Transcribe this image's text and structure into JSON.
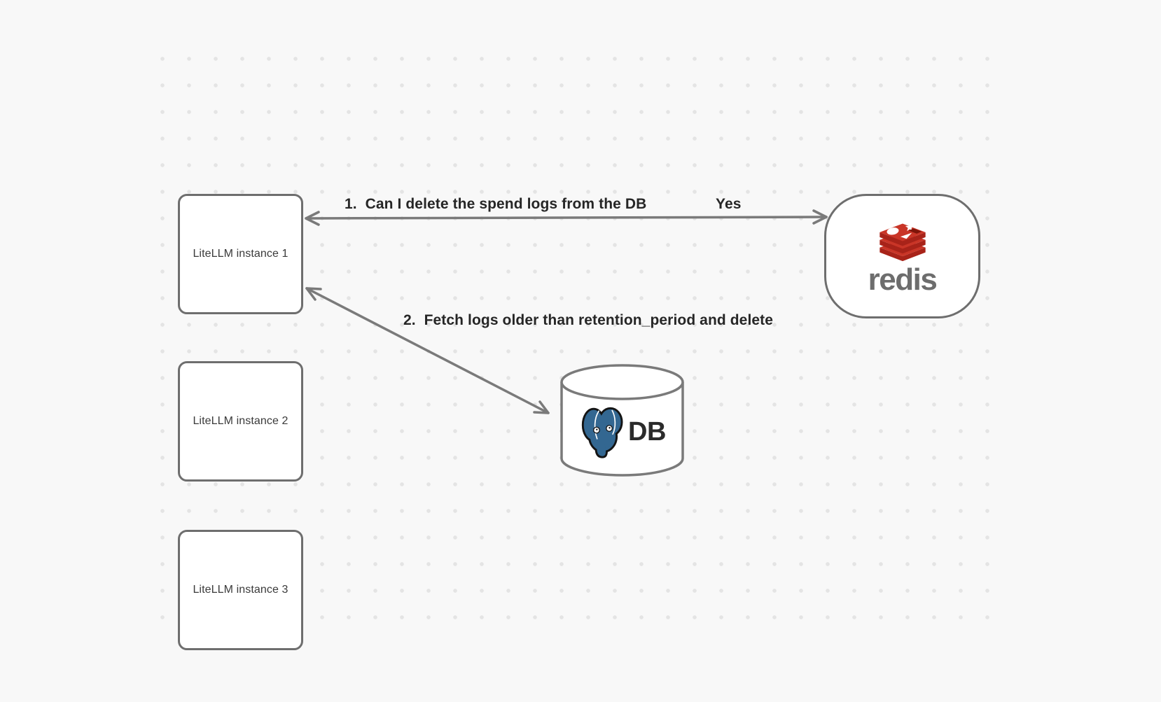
{
  "diagram": {
    "nodes": {
      "instance1": {
        "label": "LiteLLM instance 1",
        "shape": "rounded-rectangle"
      },
      "instance2": {
        "label": "LiteLLM instance 2",
        "shape": "rounded-rectangle"
      },
      "instance3": {
        "label": "LiteLLM instance 3",
        "shape": "rounded-rectangle"
      },
      "redis": {
        "label": "redis",
        "shape": "pill-rounded-rectangle",
        "icon": "redis-stack-logo"
      },
      "db": {
        "label": "DB",
        "shape": "database-cylinder",
        "icon": "postgresql-elephant-logo"
      }
    },
    "edges": [
      {
        "label": "1.  Can I delete the spend logs from the DB",
        "response": "Yes",
        "from": "instance1",
        "to": "redis",
        "direction": "bidirectional"
      },
      {
        "label": "2.  Fetch logs older than retention_period and delete",
        "from": "instance1",
        "to": "db",
        "direction": "bidirectional"
      }
    ],
    "colors": {
      "background": "#f8f8f8",
      "grid_dot": "#e4e4e4",
      "node_border": "#6e6e6e",
      "arrow": "#7a7a7a",
      "edge_label_text": "#262626",
      "node_label_text": "#3a3a3a",
      "redis_red": "#c93527",
      "redis_dark_red": "#a82319",
      "redis_wordmark_gray": "#6d6d6d",
      "postgres_blue": "#336791",
      "db_text": "#2b2b2b"
    }
  }
}
